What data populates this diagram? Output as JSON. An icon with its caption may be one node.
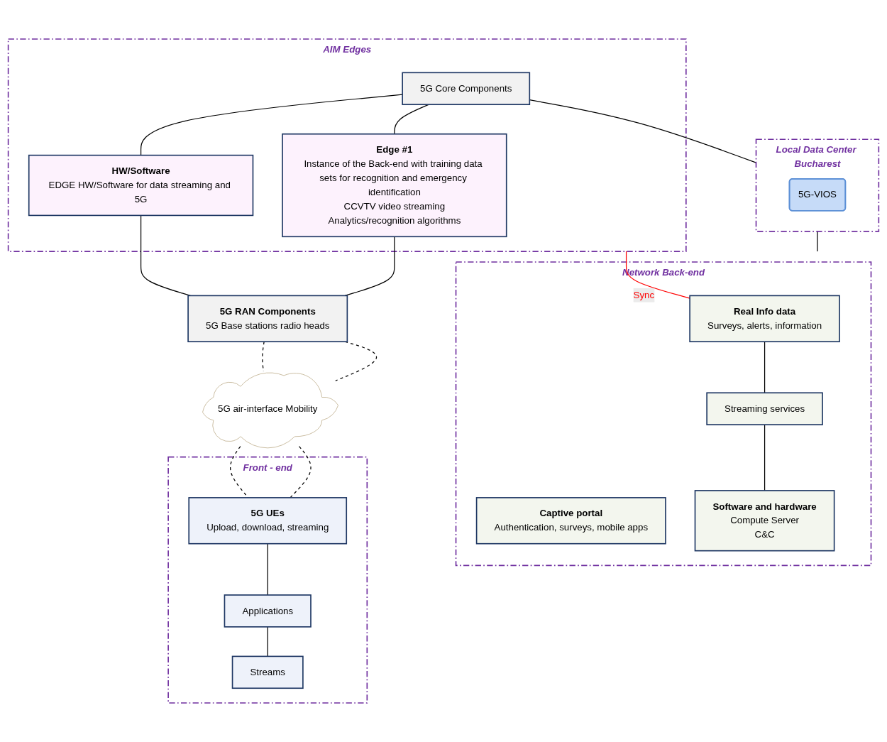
{
  "diagram": {
    "nodes": [
      {
        "text": [
          "AIM Edges"
        ]
      },
      {
        "text": [
          "5G Core Components"
        ],
        "in": 0
      },
      {
        "text": [
          "Edge #1",
          "Instance of the Back-end with training data sets for recognition and emergency identification",
          "CCVTV video streaming",
          "Analytics/recognition algorithms"
        ],
        "in": 0
      },
      {
        "text": [
          "HW/Software",
          "EDGE HW/Software for data streaming and 5G"
        ],
        "in": 0
      },
      {
        "text": [
          "Local Data Center Bucharest"
        ]
      },
      {
        "text": [
          "5G-VIOS"
        ],
        "in": 4
      },
      {
        "text": [
          "Network Back-end"
        ]
      },
      {
        "text": [
          "Real Info data",
          "Surveys, alerts, information"
        ],
        "in": 6
      },
      {
        "text": [
          "Captive portal",
          "Authentication, surveys, mobile apps"
        ],
        "in": 6
      },
      {
        "text": [
          "Streaming services"
        ],
        "in": 6
      },
      {
        "text": [
          "Software and hardware",
          "Compute Server",
          "C&C"
        ],
        "in": 6
      },
      {
        "text": [
          "5G RAN Components",
          "5G Base stations radio heads"
        ]
      },
      {
        "text": [
          "5G air-interface Mobility"
        ]
      },
      {
        "text": [
          "Front - end"
        ]
      },
      {
        "text": [
          "5G UEs",
          "Upload, download, streaming"
        ],
        "in": 13
      },
      {
        "text": [
          "Applications"
        ],
        "in": 13
      },
      {
        "text": [
          "Streams"
        ],
        "in": 13
      }
    ],
    "edges": [
      {
        "from": 1,
        "to": 4,
        "arrow": "none"
      },
      {
        "from": 1,
        "to": 2,
        "arrow": "none"
      },
      {
        "from": 1,
        "to": 3,
        "arrow": "none"
      },
      {
        "from": 2,
        "to": 11,
        "arrow": "none"
      },
      {
        "from": 3,
        "to": 11,
        "arrow": "none"
      },
      {
        "from": 4,
        "to": 6,
        "arrow": "none"
      },
      {
        "from": 0,
        "to": 7,
        "arrow": "none",
        "label": "Sync",
        "color": "#ff0000"
      },
      {
        "from": 7,
        "to": 9,
        "arrow": "none"
      },
      {
        "from": 9,
        "to": 10,
        "arrow": "none"
      },
      {
        "from": 11,
        "to": 12,
        "arrow": "none",
        "style": "dashed"
      },
      {
        "from": 11,
        "to": 12,
        "arrow": "none",
        "style": "dashed"
      },
      {
        "from": 12,
        "to": 14,
        "arrow": "none",
        "style": "dashed"
      },
      {
        "from": 12,
        "to": 14,
        "arrow": "none",
        "style": "dashed"
      },
      {
        "from": 14,
        "to": 15,
        "arrow": "none"
      },
      {
        "from": 15,
        "to": 16,
        "arrow": "none"
      }
    ]
  }
}
